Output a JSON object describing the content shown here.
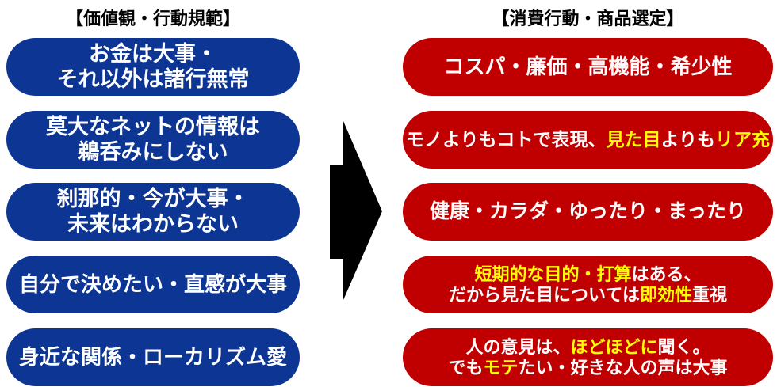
{
  "colors": {
    "blue": "#0d3694",
    "red": "#c00000",
    "yellow": "#ffff00",
    "white": "#ffffff",
    "black": "#000000",
    "background": "#ffffff"
  },
  "left_column": {
    "header": "【価値観・行動規範】",
    "boxes": [
      {
        "lines": [
          [
            {
              "text": "お金は大事・",
              "color": "white"
            }
          ],
          [
            {
              "text": "それ以外は諸行無常",
              "color": "white"
            }
          ]
        ]
      },
      {
        "lines": [
          [
            {
              "text": "莫大なネットの情報は",
              "color": "white"
            }
          ],
          [
            {
              "text": "鵜呑みにしない",
              "color": "white"
            }
          ]
        ]
      },
      {
        "lines": [
          [
            {
              "text": "刹那的・今が大事・",
              "color": "white"
            }
          ],
          [
            {
              "text": "未来はわからない",
              "color": "white"
            }
          ]
        ]
      },
      {
        "lines": [
          [
            {
              "text": "自分で決めたい・直感が大事",
              "color": "white"
            }
          ]
        ]
      },
      {
        "lines": [
          [
            {
              "text": "身近な関係・ローカリズム愛",
              "color": "white"
            }
          ]
        ]
      }
    ]
  },
  "right_column": {
    "header": "【消費行動・商品選定】",
    "boxes": [
      {
        "lines": [
          [
            {
              "text": "コスパ・廉価・高機能・希少性",
              "color": "white"
            }
          ]
        ]
      },
      {
        "lines": [
          [
            {
              "text": "モノよりもコトで表現、",
              "color": "white"
            },
            {
              "text": "見た目",
              "color": "yellow"
            },
            {
              "text": "よりも",
              "color": "white"
            },
            {
              "text": "リア充",
              "color": "yellow"
            }
          ]
        ]
      },
      {
        "lines": [
          [
            {
              "text": "健康・カラダ・ゆったり・まったり",
              "color": "white"
            }
          ]
        ]
      },
      {
        "lines": [
          [
            {
              "text": "短期的な目的・打算",
              "color": "yellow"
            },
            {
              "text": "はある、",
              "color": "white"
            }
          ],
          [
            {
              "text": "だから見た目については",
              "color": "white"
            },
            {
              "text": "即効性",
              "color": "yellow"
            },
            {
              "text": "重視",
              "color": "white"
            }
          ]
        ]
      },
      {
        "lines": [
          [
            {
              "text": "人の意見は、",
              "color": "white"
            },
            {
              "text": "ほどほどに",
              "color": "yellow"
            },
            {
              "text": "聞く。",
              "color": "white"
            }
          ],
          [
            {
              "text": "でも",
              "color": "white"
            },
            {
              "text": "モテ",
              "color": "yellow"
            },
            {
              "text": "たい・好きな人の声は大事",
              "color": "white"
            }
          ]
        ]
      }
    ]
  },
  "arrow": {
    "name": "right-arrow",
    "color": "#000000"
  }
}
